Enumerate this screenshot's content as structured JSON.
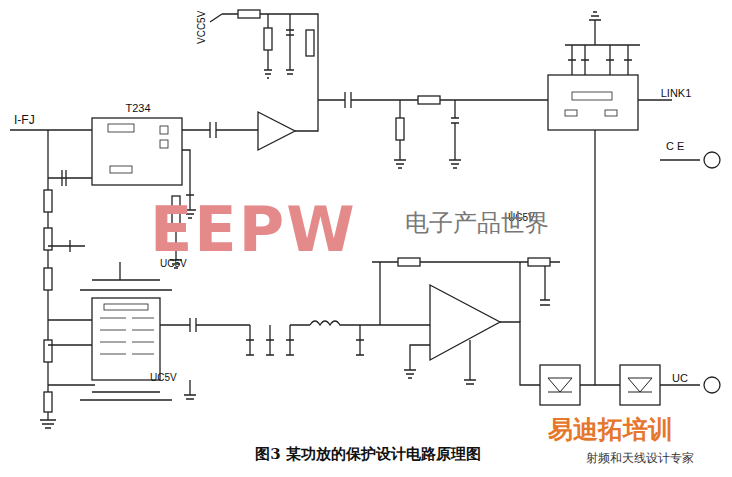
{
  "diagram": {
    "caption": "图3 某功放的保护设计电路原理图",
    "nodes": [
      {
        "text": [
          "T234"
        ]
      },
      {
        "text": [
          "LINK1"
        ]
      }
    ],
    "labels": [
      "I-FJ",
      "VCC5V",
      "UC5V",
      "UC5V",
      "UC5V",
      "C E",
      "UC",
      "EEPW",
      "电子产品世界",
      "易迪拓培训",
      "射频和天线设计专家"
    ]
  }
}
